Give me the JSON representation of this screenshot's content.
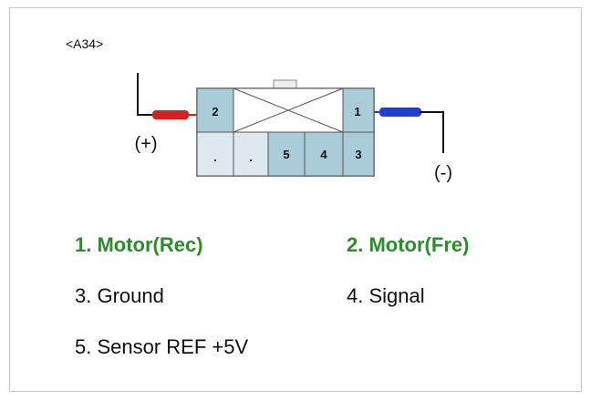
{
  "connector": {
    "id": "<A34>",
    "positive_label": "(+)",
    "negative_label": "(-)",
    "top_row": {
      "left_pin": "2",
      "right_pin": "1"
    },
    "bottom_row": [
      ".",
      ".",
      "5",
      "4",
      "3"
    ]
  },
  "pins": [
    {
      "text": "1. Motor(Rec)",
      "highlight": true
    },
    {
      "text": "2. Motor(Fre)",
      "highlight": true
    },
    {
      "text": "3. Ground",
      "highlight": false
    },
    {
      "text": "4. Signal",
      "highlight": false
    },
    {
      "text": "5. Sensor REF +5V",
      "highlight": false
    }
  ],
  "colors": {
    "pin_fill": "#a9ccd8",
    "empty_fill": "#dde9ee",
    "wire_positive": "#d42020",
    "wire_negative": "#1f3fd0",
    "highlight_text": "#2e8b2e"
  }
}
